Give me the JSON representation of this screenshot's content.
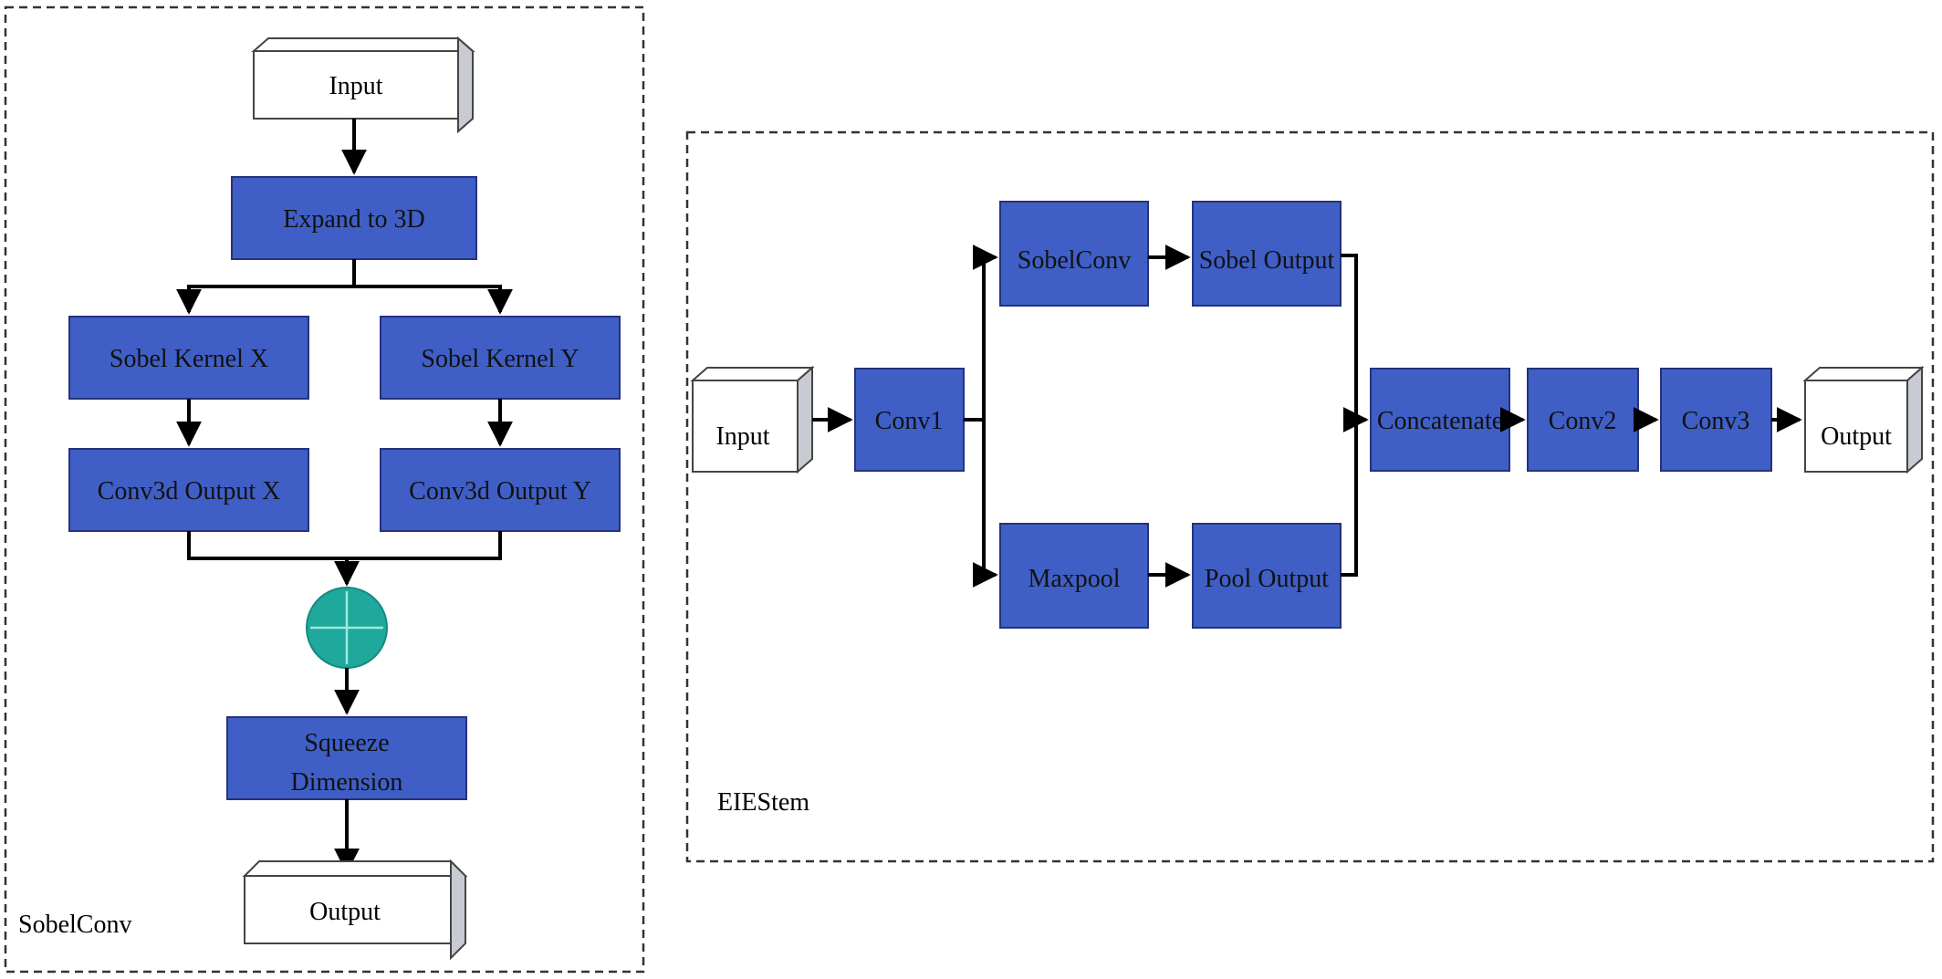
{
  "colors": {
    "block_fill": "#3f5fc6",
    "block_stroke": "#26327a",
    "io_fill": "#ffffff",
    "io_side": "#c9cbd3",
    "edge": "#000000",
    "sum_node": "#1fa89c",
    "frame": "#333333"
  },
  "sobelconv": {
    "caption": "SobelConv",
    "input": "Input",
    "expand": "Expand to 3D",
    "kernel_x": "Sobel Kernel X",
    "kernel_y": "Sobel Kernel Y",
    "conv_x": "Conv3d Output X",
    "conv_y": "Conv3d Output Y",
    "squeeze_line1": "Squeeze",
    "squeeze_line2": "Dimension",
    "output": "Output"
  },
  "eiestem": {
    "caption": "EIEStem",
    "input": "Input",
    "conv1": "Conv1",
    "sobelconv": "SobelConv",
    "sobel_output": "Sobel Output",
    "maxpool": "Maxpool",
    "pool_output": "Pool Output",
    "concatenate": "Concatenate",
    "conv2": "Conv2",
    "conv3": "Conv3",
    "output": "Output"
  }
}
